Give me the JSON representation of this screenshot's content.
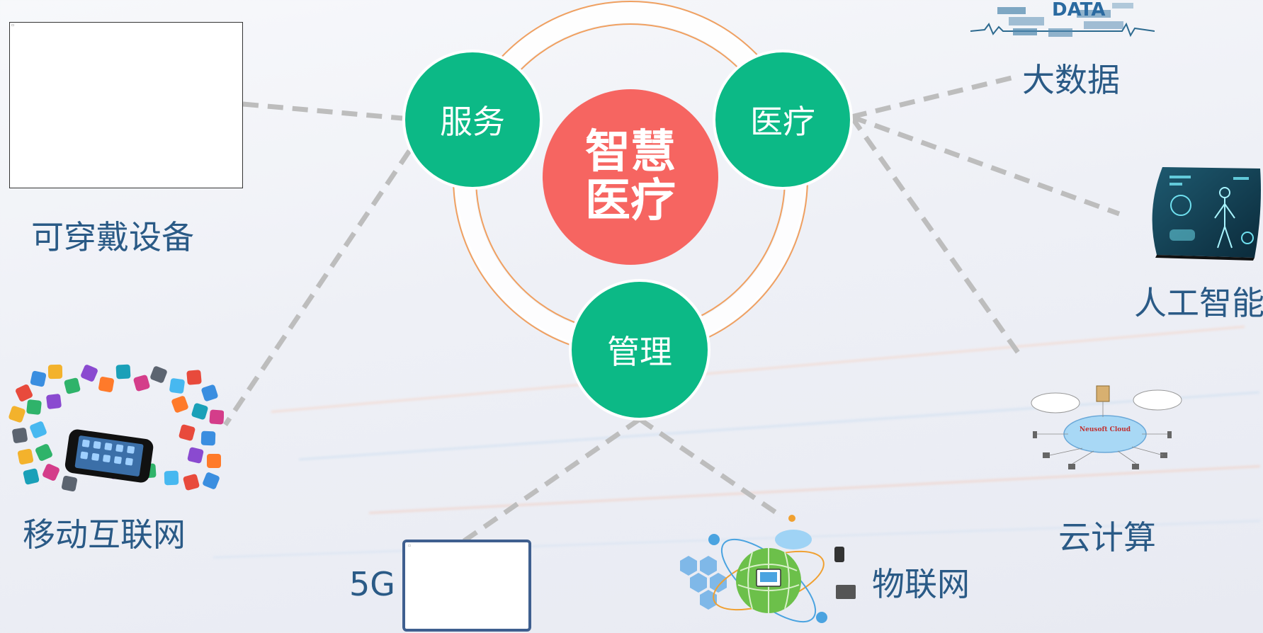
{
  "center": {
    "title_line1": "智慧",
    "title_line2": "医疗"
  },
  "hubs": {
    "service": "服务",
    "medical": "医疗",
    "management": "管理"
  },
  "technologies": {
    "wearable": "可穿戴设备",
    "mobile_internet": "移动互联网",
    "fiveg": "5G",
    "iot": "物联网",
    "cloud": "云计算",
    "ai": "人工智能",
    "bigdata": "大数据"
  },
  "image_texts": {
    "bigdata_cloud": "DATA",
    "neusoft_cloud": "Neusoft Cloud"
  },
  "colors": {
    "hub_green": "#0cb986",
    "center_red": "#f66561",
    "label_blue": "#2a5a86",
    "ring_orange": "#f0a060",
    "connector_gray": "#bdbdbd"
  }
}
